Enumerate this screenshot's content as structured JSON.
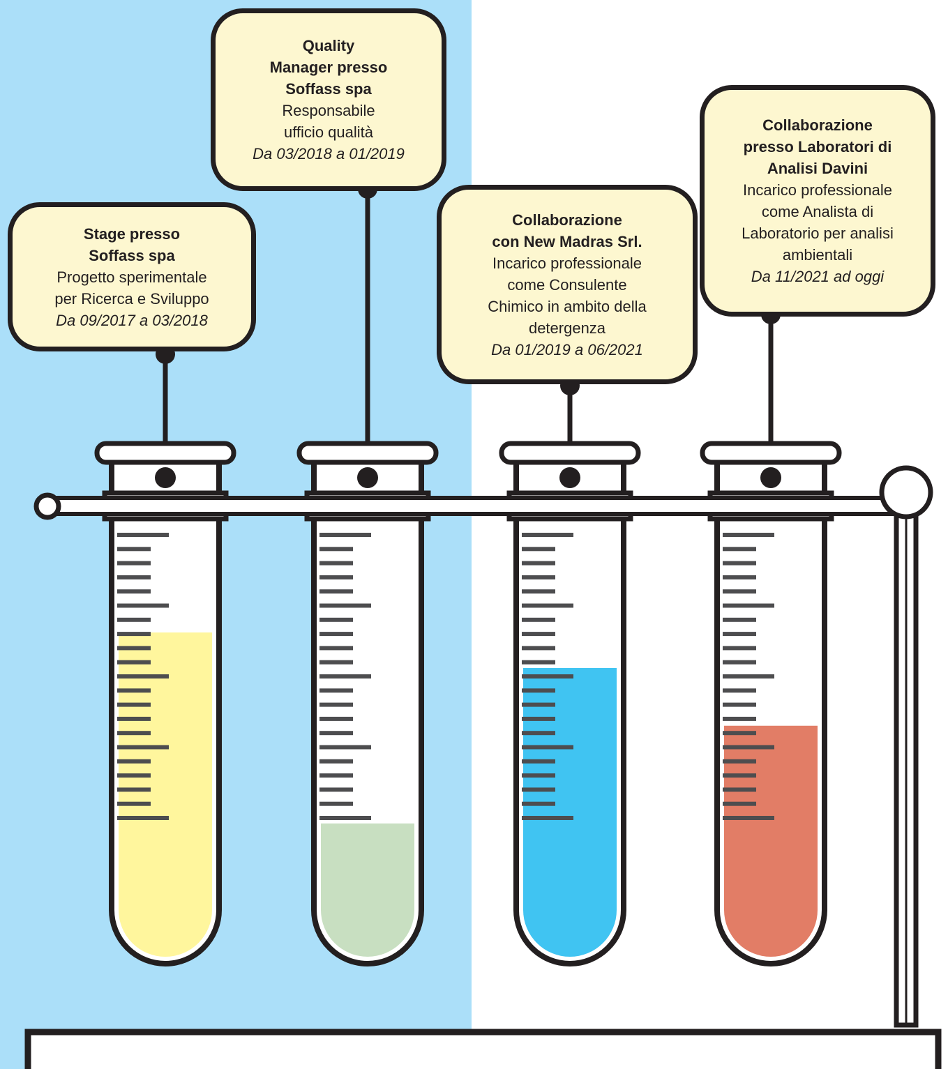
{
  "colors": {
    "left_background": "#abdff9",
    "right_background": "#ffffff",
    "outline": "#231f20",
    "bubble_fill": "#fdf7d0",
    "tick_marks": "#4d4d4f"
  },
  "timeline": [
    {
      "title": "Stage presso\nSoffass spa",
      "description": "Progetto sperimentale\nper Ricerca e Sviluppo",
      "period": "Da 09/2017 a 03/2018",
      "liquid_color": "#fff69d",
      "liquid_level": 0.73
    },
    {
      "title": "Quality\nManager presso\nSoffass spa",
      "description": "Responsabile\nufficio qualità",
      "period": "Da 03/2018 a 01/2019",
      "liquid_color": "#c8dfc1",
      "liquid_level": 0.3
    },
    {
      "title": "Collaborazione\ncon New Madras Srl.",
      "description": "Incarico professionale\ncome Consulente\nChimico in ambito della\ndetergenza",
      "period": "Da 01/2019 a 06/2021",
      "liquid_color": "#40c4f2",
      "liquid_level": 0.65
    },
    {
      "title": "Collaborazione\npresso Laboratori di\nAnalisi Davini",
      "description": "Incarico professionale\ncome Analista di\nLaboratorio per analisi\nambientali",
      "period": "Da 11/2021 ad oggi",
      "liquid_color": "#e27d66",
      "liquid_level": 0.52
    }
  ]
}
